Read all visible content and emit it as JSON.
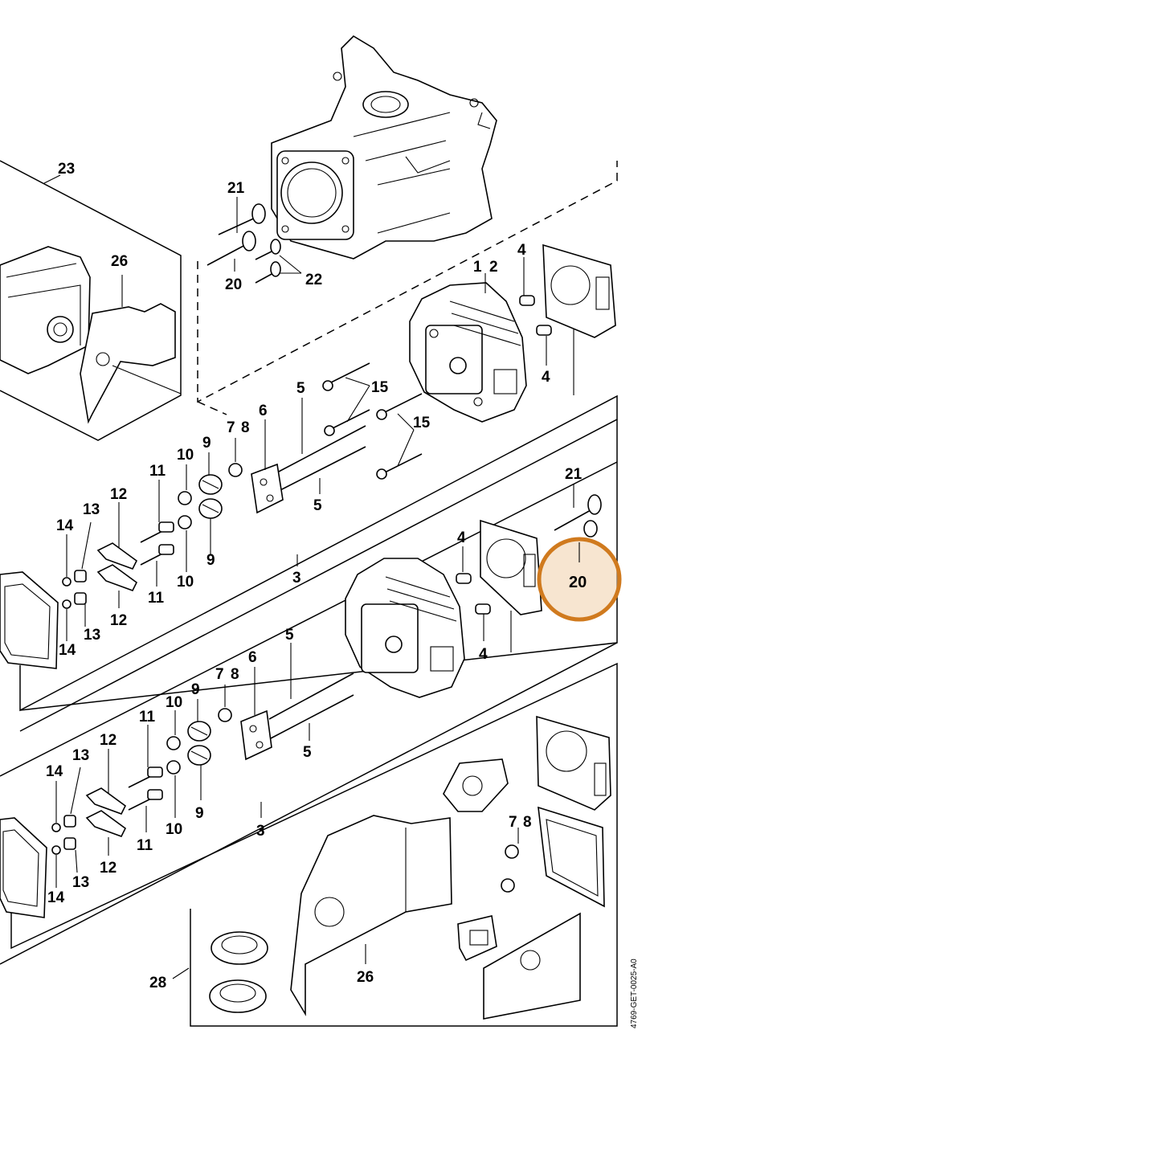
{
  "diagram": {
    "drawing_code": "4769-GET-0025-A0",
    "highlight": {
      "label": "20",
      "color": "#d07a1e",
      "fill": "#f2d3b0"
    },
    "callouts": [
      "23",
      "26",
      "21",
      "20",
      "22",
      "1",
      "2",
      "4",
      "4",
      "5",
      "15",
      "15",
      "6",
      "7",
      "8",
      "9",
      "10",
      "11",
      "12",
      "13",
      "14",
      "5",
      "3",
      "21",
      "4",
      "4",
      "5",
      "6",
      "7",
      "8",
      "9",
      "10",
      "11",
      "12",
      "13",
      "14",
      "9",
      "10",
      "11",
      "12",
      "13",
      "14",
      "5",
      "3",
      "7",
      "8",
      "26",
      "28"
    ]
  }
}
